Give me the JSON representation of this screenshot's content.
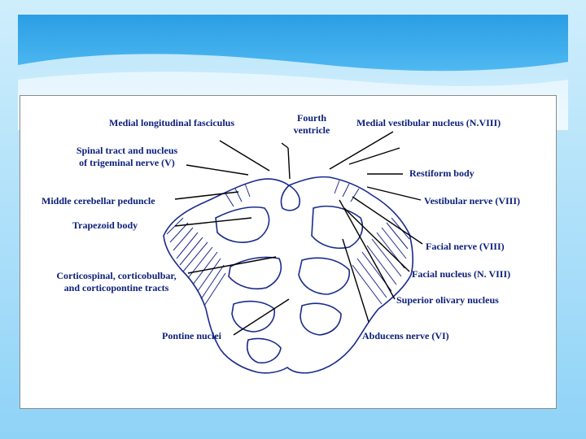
{
  "labels": {
    "medial_longitudinal_fasciculus": "Medial longitudinal fasciculus",
    "fourth_ventricle_line1": "Fourth",
    "fourth_ventricle_line2": "ventricle",
    "medial_vestibular_nucleus": "Medial vestibular nucleus (N.VIII)",
    "spinal_tract_line1": "Spinal tract and nucleus",
    "spinal_tract_line2": "of trigeminal nerve (V)",
    "restiform_body": "Restiform body",
    "middle_cerebellar_peduncle": "Middle cerebellar peduncle",
    "vestibular_nerve": "Vestibular nerve (VIII)",
    "trapezoid_body": "Trapezoid body",
    "facial_nerve": "Facial nerve (VIII)",
    "corticospinal_line1": "Corticospinal, corticobulbar,",
    "corticospinal_line2": "and corticopontine tracts",
    "facial_nucleus": "Facial nucleus (N. VIII)",
    "superior_olivary_nucleus": "Superior olivary nucleus",
    "pontine_nuclei": "Pontine nuclei",
    "abducens_nerve": "Abducens nerve (VI)"
  },
  "stray_text": ")",
  "colors": {
    "label_text": "#0a1e7a",
    "leader_line": "#000000",
    "specimen_stroke": "#1a2a8c",
    "header_blue": "#2a9ee4"
  }
}
